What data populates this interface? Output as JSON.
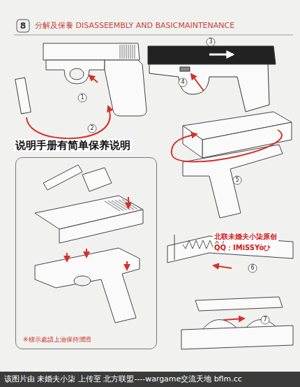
{
  "diagram": {
    "title": "分解及保養 DISASSEEMBLY AND BASICMAINTENANCE",
    "nodes": [
      {
        "text": [
          "※標示處請上油保持潤滑"
        ]
      },
      {
        "text": [
          "该图片由 未婚夫小柒 上传至 北方联盟----wargame交流天地 bflm.cc"
        ]
      }
    ],
    "labels": [
      "8",
      "1",
      "2",
      "3",
      "4",
      "5",
      "6",
      "7",
      "说明手册有简单保养说明",
      "北联未婚夫小柒原创",
      "QQ：IMiSSYòひ"
    ]
  }
}
